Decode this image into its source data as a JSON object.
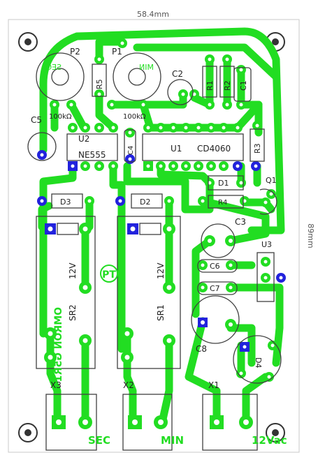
{
  "dimensions": {
    "width_label": "58.4mm",
    "height_label": "89mm"
  },
  "colors": {
    "trace": "#22dd22",
    "silk": "#404040",
    "pad_drill": "#ffffff",
    "via": "#2222dd",
    "board_outline": "#c8c8c8",
    "background": "#ffffff"
  },
  "components": {
    "p1": "P1",
    "p2": "P2",
    "p1_value": "100kΩ",
    "p2_value": "100kΩ",
    "p1_mirror_label": "MIN",
    "p2_mirror_label": "SEC",
    "c1": "C1",
    "c2": "C2",
    "c3": "C3",
    "c4": "C4",
    "c5": "C5",
    "c6": "C6",
    "c7": "C7",
    "c8": "C8",
    "r1": "R1",
    "r2": "R2",
    "r3": "R3",
    "r4": "R4",
    "r5": "R5",
    "u1": "U1",
    "u1_part": "CD4060",
    "u2": "U2",
    "u2_part": "NE555",
    "u3": "U3",
    "d1": "D1",
    "d2": "D2",
    "d3": "D3",
    "d4": "D4",
    "q1": "Q1",
    "sr1": "SR1",
    "sr2": "SR2",
    "relay_voltage_1": "12V",
    "relay_voltage_2": "12V",
    "relay_brand": "OMRON G5R1",
    "logo": "PT",
    "x1": "X1",
    "x2": "X2",
    "x3": "X3",
    "x1_mirror_label": "12Vac",
    "x2_mirror_label": "MIN",
    "x3_mirror_label": "SEC"
  }
}
